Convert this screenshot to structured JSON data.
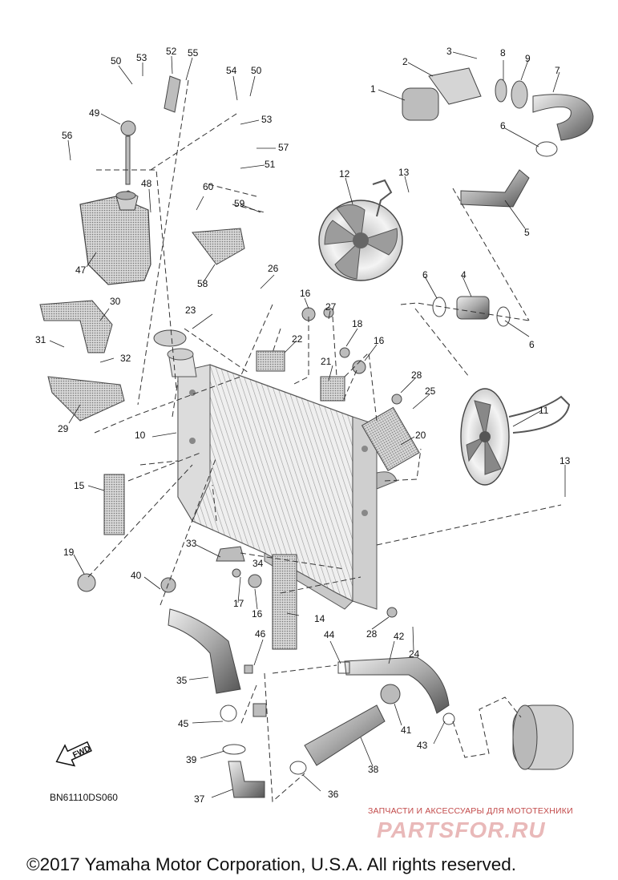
{
  "diagram_code": "BN61110DS060",
  "fwd_label": "FWD",
  "watermark": {
    "line1": "ЗАПЧАСТИ И АКСЕССУАРЫ ДЛЯ МОТОТЕХНИКИ",
    "line2": "PARTSFOR.RU"
  },
  "copyright": "©2017 Yamaha Motor Corporation, U.S.A. All rights reserved.",
  "callouts": [
    "1",
    "2",
    "3",
    "4",
    "5",
    "6",
    "7",
    "8",
    "9",
    "10",
    "11",
    "12",
    "13",
    "14",
    "15",
    "16",
    "17",
    "18",
    "19",
    "20",
    "21",
    "22",
    "23",
    "24",
    "25",
    "26",
    "27",
    "28",
    "29",
    "30",
    "31",
    "32",
    "33",
    "34",
    "35",
    "36",
    "37",
    "38",
    "39",
    "40",
    "41",
    "42",
    "43",
    "44",
    "45",
    "46",
    "47",
    "48",
    "49",
    "50",
    "51",
    "52",
    "53",
    "54",
    "55",
    "56",
    "57",
    "58",
    "59",
    "60"
  ]
}
